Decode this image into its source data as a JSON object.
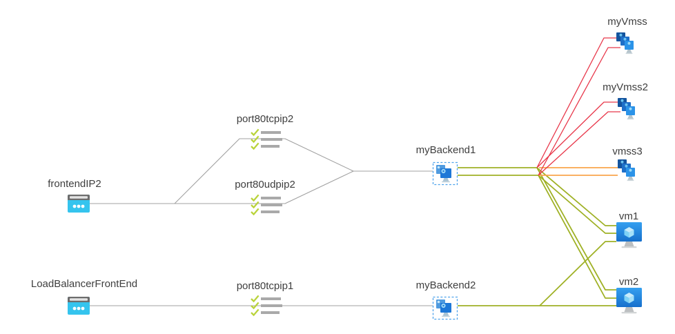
{
  "diagram": {
    "view": "load-balancer-topology",
    "colors": {
      "neutral": "#a0a0a0",
      "healthy": "#9fb125",
      "critical": "#e8374a",
      "warning": "#f9a44c"
    },
    "nodes": {
      "frontendIP2": {
        "label": "frontendIP2",
        "type": "frontend-ip"
      },
      "loadBalancerFrontEnd": {
        "label": "LoadBalancerFrontEnd",
        "type": "frontend-ip"
      },
      "port80tcpip2": {
        "label": "port80tcpip2",
        "type": "load-balancing-rule"
      },
      "port80udpip2": {
        "label": "port80udpip2",
        "type": "load-balancing-rule"
      },
      "port80tcpip1": {
        "label": "port80tcpip1",
        "type": "load-balancing-rule"
      },
      "myBackend1": {
        "label": "myBackend1",
        "type": "backend-pool"
      },
      "myBackend2": {
        "label": "myBackend2",
        "type": "backend-pool"
      },
      "myVmss": {
        "label": "myVmss",
        "type": "vm-scale-set"
      },
      "myVmss2": {
        "label": "myVmss2",
        "type": "vm-scale-set"
      },
      "vmss3": {
        "label": "vmss3",
        "type": "vm-scale-set"
      },
      "vm1": {
        "label": "vm1",
        "type": "virtual-machine"
      },
      "vm2": {
        "label": "vm2",
        "type": "virtual-machine"
      }
    },
    "edges": [
      {
        "from": "frontendIP2",
        "to": "port80tcpip2",
        "status": "neutral",
        "count": 1
      },
      {
        "from": "frontendIP2",
        "to": "port80udpip2",
        "status": "neutral",
        "count": 1
      },
      {
        "from": "port80tcpip2",
        "to": "myBackend1",
        "status": "neutral",
        "count": 1
      },
      {
        "from": "port80udpip2",
        "to": "myBackend1",
        "status": "neutral",
        "count": 1
      },
      {
        "from": "loadBalancerFrontEnd",
        "to": "port80tcpip1",
        "status": "neutral",
        "count": 1
      },
      {
        "from": "port80tcpip1",
        "to": "myBackend2",
        "status": "neutral",
        "count": 1
      },
      {
        "from": "myBackend1",
        "to": "myVmss",
        "status": "critical",
        "count": 2
      },
      {
        "from": "myBackend1",
        "to": "myVmss2",
        "status": "critical",
        "count": 2
      },
      {
        "from": "myBackend1",
        "to": "vmss3",
        "status": "warning",
        "count": 2
      },
      {
        "from": "myBackend1",
        "to": "vm1",
        "status": "healthy",
        "count": 2
      },
      {
        "from": "myBackend1",
        "to": "vm2",
        "status": "healthy",
        "count": 2
      },
      {
        "from": "myBackend2",
        "to": "vm1",
        "status": "healthy",
        "count": 1
      },
      {
        "from": "myBackend2",
        "to": "vm2",
        "status": "healthy",
        "count": 1
      }
    ]
  }
}
